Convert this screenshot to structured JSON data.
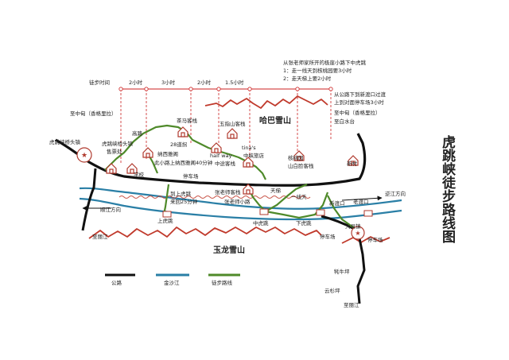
{
  "title": "虎跳峡徒步路线图",
  "colors": {
    "road": "#111111",
    "river": "#2a7fa6",
    "trail": "#4f8a2a",
    "mountain": "#c0392b",
    "time_axis": "#cc2222",
    "building": "#b03a2e",
    "text": "#222222"
  },
  "time_axis": {
    "label": "徒步时间",
    "segments": [
      "2小时",
      "3小时",
      "2小时",
      "1.5小时"
    ]
  },
  "top_note": {
    "lines": [
      "从张老师家所开的极崖小路下中虎跳",
      "1：走一线天到核桃园要3小时",
      "2：走天梯上要2小时"
    ]
  },
  "right_note": {
    "lines": [
      "从公路下到新渡口过渡",
      "上到对面停车场3小时"
    ]
  },
  "mountains": {
    "haba": "哈巴雪山",
    "yulong": "玉龙雪山"
  },
  "labels": {
    "zhongdian_left": "至中甸（香格里拉）",
    "zhongdian_right": "至中甸（香格里拉）",
    "baishuitai": "至白水台",
    "bridge_town": "虎跳峡桥头镇",
    "ticket_office": "售票处",
    "gaolu": "高路",
    "school": "学校",
    "chama": "茶马客栈",
    "bends28": "28道拐",
    "naxi": "纳西雅阁",
    "naxi_note": "此小路上纳西雅阁40分钟",
    "wuzhishan": "五指山客栈",
    "halfway": "half way",
    "zhongtu": "中途客栈",
    "tinas": "tina's",
    "zhongxia": "中峡旅店",
    "hetao": "核桃园",
    "shanbai": "山白脸客栈",
    "xincun": "新村",
    "parking1": "停车场",
    "to_shanghutiao": "到上虎跳",
    "return25": "来回25分钟",
    "zhang": "张老师客栈",
    "zhang_path": "张老师小路",
    "tianti": "天梯",
    "yixiantian": "一线天",
    "xindukou": "新渡口",
    "laodukou": "老渡口",
    "nijiang": "逆江方向",
    "shunjiang": "顺江方向",
    "lijiang_left": "至丽江",
    "shanghutiao": "上虎跳",
    "zhonghutiao": "中虎跳",
    "xiahutiao": "下虎跳",
    "daju": "大具镇",
    "parking2": "停车场",
    "parking3": "停车场",
    "maoniuping": "牦牛坪",
    "yunshanping": "云杉坪",
    "lijiang_bottom": "至丽江"
  },
  "legend": {
    "road": "公路",
    "river": "金沙江",
    "trail": "徒步路线"
  }
}
